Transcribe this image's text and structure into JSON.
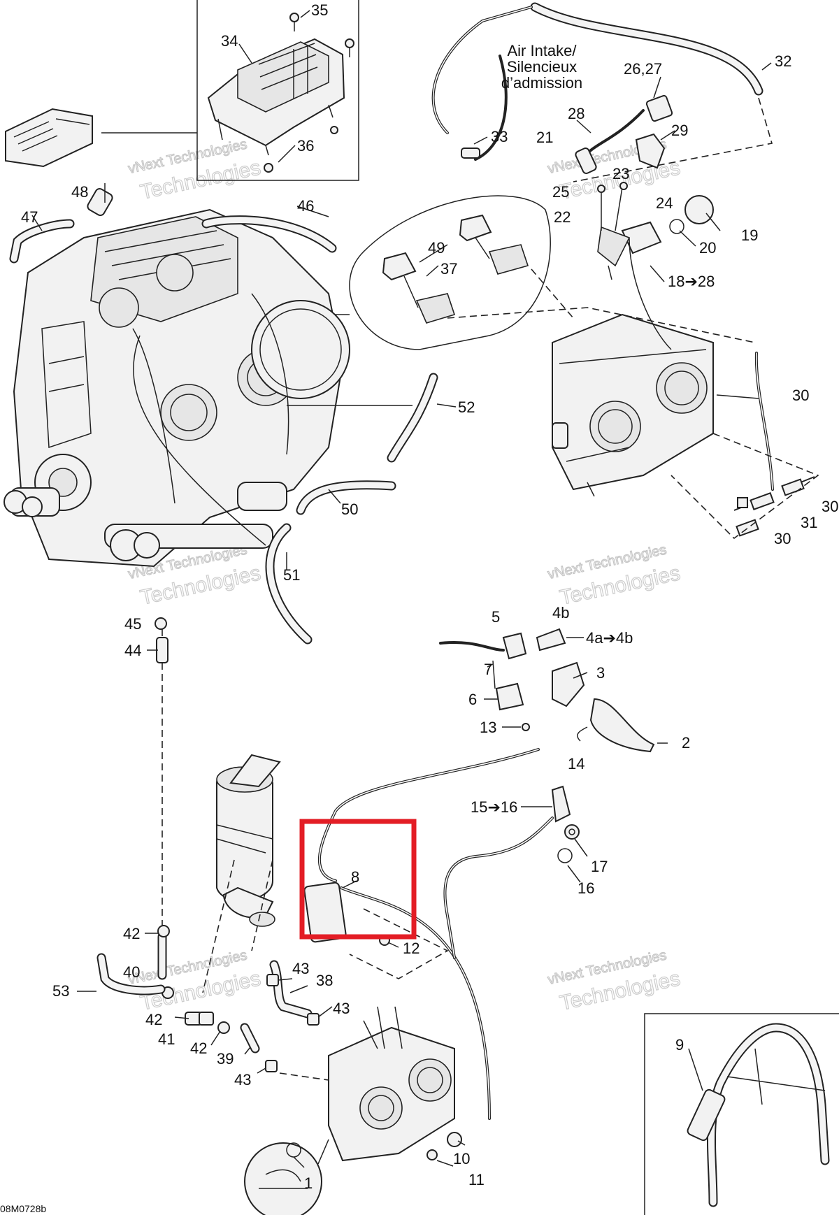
{
  "diagram": {
    "drawing_code": "08M0728b",
    "air_intake_label": [
      "Air Intake/",
      "Silencieux",
      "d’admission"
    ],
    "watermark": "vNext Technologies",
    "highlight_color": "#e31d25",
    "callouts": {
      "c35": "35",
      "c34": "34",
      "c36": "36",
      "c32": "32",
      "c33": "33",
      "c2627": "26,27",
      "c28": "28",
      "c29": "29",
      "c21": "21",
      "c23": "23",
      "c25": "25",
      "c24": "24",
      "c22": "22",
      "c19": "19",
      "c20": "20",
      "c1828": "18➔28",
      "c48": "48",
      "c47": "47",
      "c46": "46",
      "c49": "49",
      "c37": "37",
      "c52": "52",
      "c50": "50",
      "c51": "51",
      "c30a": "30",
      "c30b": "30",
      "c30c": "30",
      "c31": "31",
      "c45": "45",
      "c44": "44",
      "c5": "5",
      "c4b": "4b",
      "c4a4b": "4a➔4b",
      "c7": "7",
      "c3": "3",
      "c6": "6",
      "c13": "13",
      "c2": "2",
      "c14": "14",
      "c1516": "15➔16",
      "c17": "17",
      "c16": "16",
      "c8": "8",
      "c12": "12",
      "c42a": "42",
      "c40": "40",
      "c53": "53",
      "c42b": "42",
      "c41": "41",
      "c42c": "42",
      "c39": "39",
      "c43a": "43",
      "c38": "38",
      "c43b": "43",
      "c43c": "43",
      "c9": "9",
      "c10": "10",
      "c11": "11",
      "c1": "1"
    }
  }
}
